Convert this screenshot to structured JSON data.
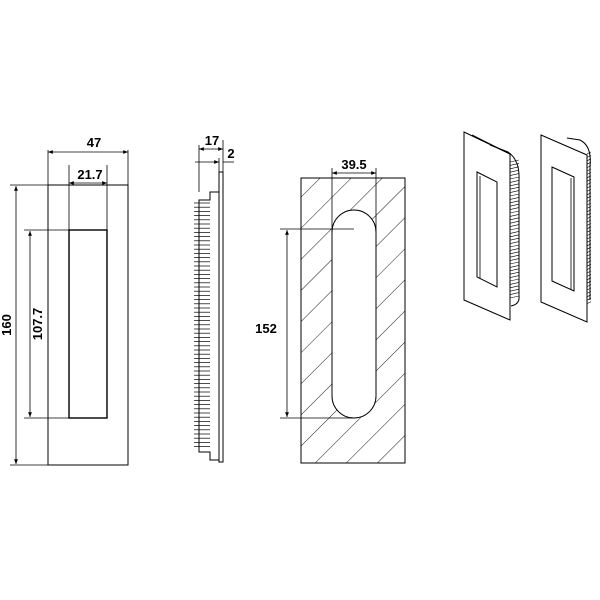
{
  "dimensions": {
    "width": "47",
    "recess_width": "21.7",
    "height": "160",
    "recess_height": "107.7",
    "depth": "17",
    "flange": "2",
    "cutout_width": "39.5",
    "cutout_height": "152"
  },
  "colors": {
    "line": "#000000",
    "background": "#ffffff"
  }
}
